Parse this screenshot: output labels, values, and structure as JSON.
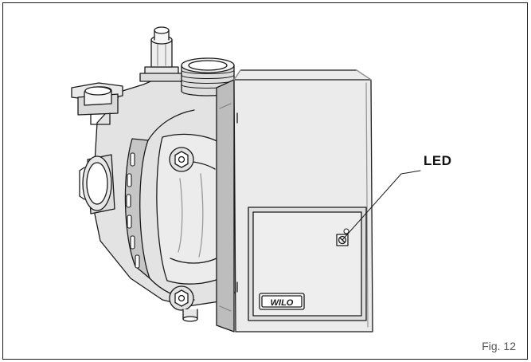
{
  "figure": {
    "callout_label": "LED",
    "caption": "Fig. 12",
    "brand_logo_text": "WILO",
    "colors": {
      "line": "#1a1a1a",
      "body": "#e3e3e3",
      "panel": "#ebebeb",
      "shadow": "#bdbdbd"
    }
  }
}
